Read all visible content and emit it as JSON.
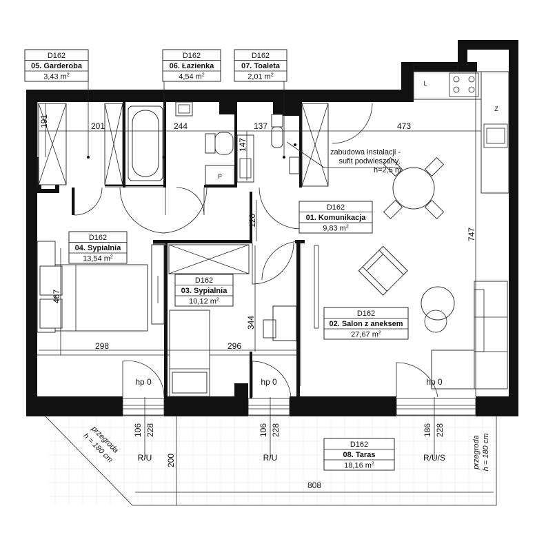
{
  "rooms": [
    {
      "code": "D162",
      "name": "05. Garderoba",
      "area": "3,43 m",
      "sup": "2"
    },
    {
      "code": "D162",
      "name": "06. Łazienka",
      "area": "4,54 m",
      "sup": "2"
    },
    {
      "code": "D162",
      "name": "07. Toaleta",
      "area": "2,01 m",
      "sup": "2"
    },
    {
      "code": "D162",
      "name": "01. Komunikacja",
      "area": "9,83 m",
      "sup": "2"
    },
    {
      "code": "D162",
      "name": "04. Sypialnia",
      "area": "13,54 m",
      "sup": "2"
    },
    {
      "code": "D162",
      "name": "03. Sypialnia",
      "area": "10,12 m",
      "sup": "2"
    },
    {
      "code": "D162",
      "name": "02. Salon z aneksem",
      "area": "27,67 m",
      "sup": "2"
    },
    {
      "code": "D162",
      "name": "08. Taras",
      "area": "18,16 m",
      "sup": "2"
    }
  ],
  "dimensions": {
    "d191": "191",
    "d201": "201",
    "d244": "244",
    "d137": "137",
    "d473": "473",
    "d147": "147",
    "d120": "120",
    "d747": "747",
    "d467": "467",
    "d298": "298",
    "d296": "296",
    "d344": "344",
    "d106a": "106",
    "d228a": "228",
    "d106b": "106",
    "d228b": "228",
    "d186": "186",
    "d228c": "228",
    "d200": "200",
    "d808": "808"
  },
  "annotation": {
    "line1": "zabudowa instalacji -",
    "line2": "sufit podwieszany,",
    "line3": "h=2,5 m"
  },
  "thresholds": {
    "hp1": "hp 0",
    "hp2": "hp 0",
    "hp3": "hp 0"
  },
  "windows": {
    "w1": "R/U",
    "w2": "R/U",
    "w3": "R/U/S"
  },
  "partitions": {
    "left": "przegroda",
    "left_h": "h = 180 cm",
    "right": "przegroda",
    "right_h": "h = 180 cm"
  },
  "appliances": {
    "fridge": "L",
    "oven": "Z",
    "wc_label": "P"
  }
}
